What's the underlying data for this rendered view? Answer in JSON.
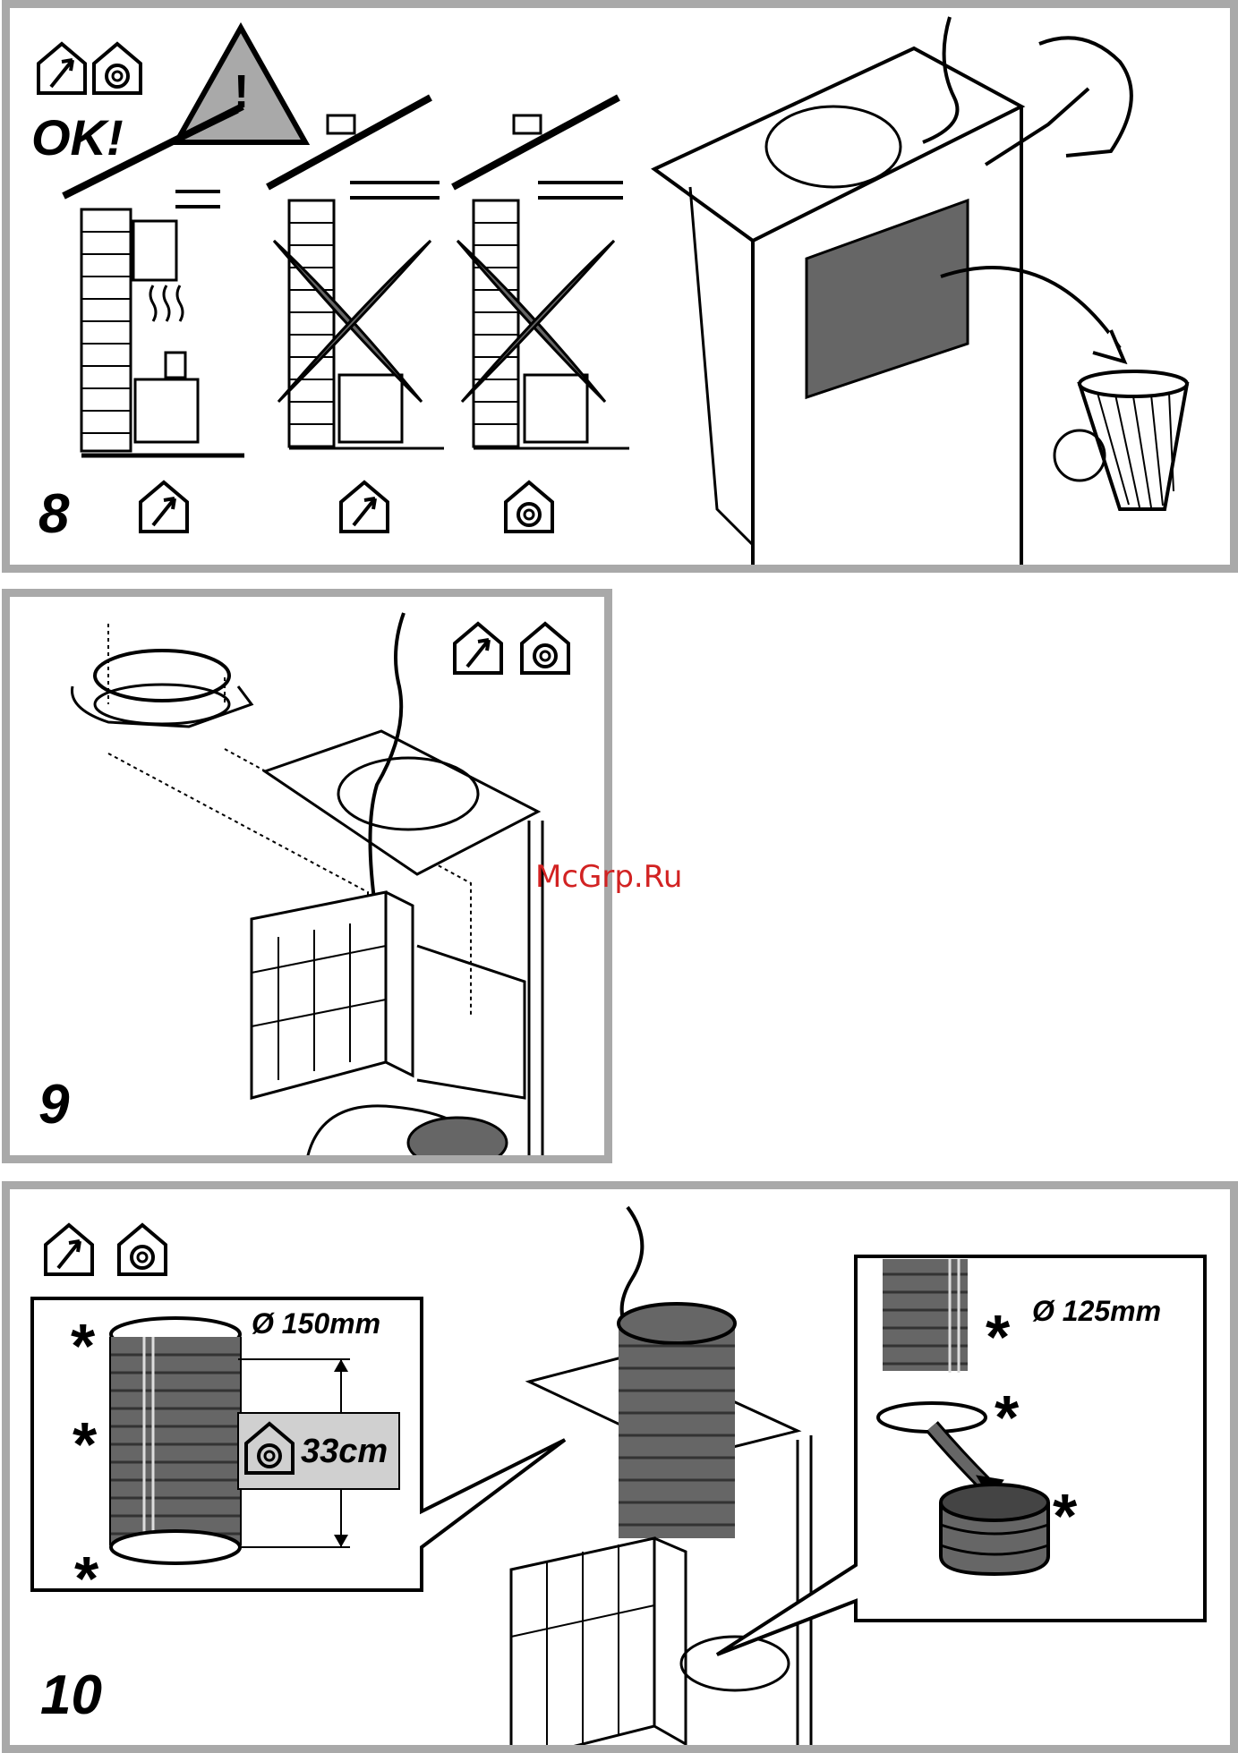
{
  "steps": {
    "step8": "8",
    "step9": "9",
    "step10": "10"
  },
  "ok_label": "OK!",
  "warning_symbol": "!",
  "icons": {
    "ducting_mode": "house-arrow-out-icon",
    "recirculation_mode": "house-spiral-icon"
  },
  "diameters": {
    "large": "Ø 150mm",
    "small": "Ø 125mm"
  },
  "length_label": "33cm",
  "asterisk": "*",
  "watermark": "McGrp.Ru",
  "colors": {
    "frame": "#a9a9a9",
    "shade": "#666666",
    "fill_light": "#d0d0d0",
    "watermark": "#d22222"
  }
}
